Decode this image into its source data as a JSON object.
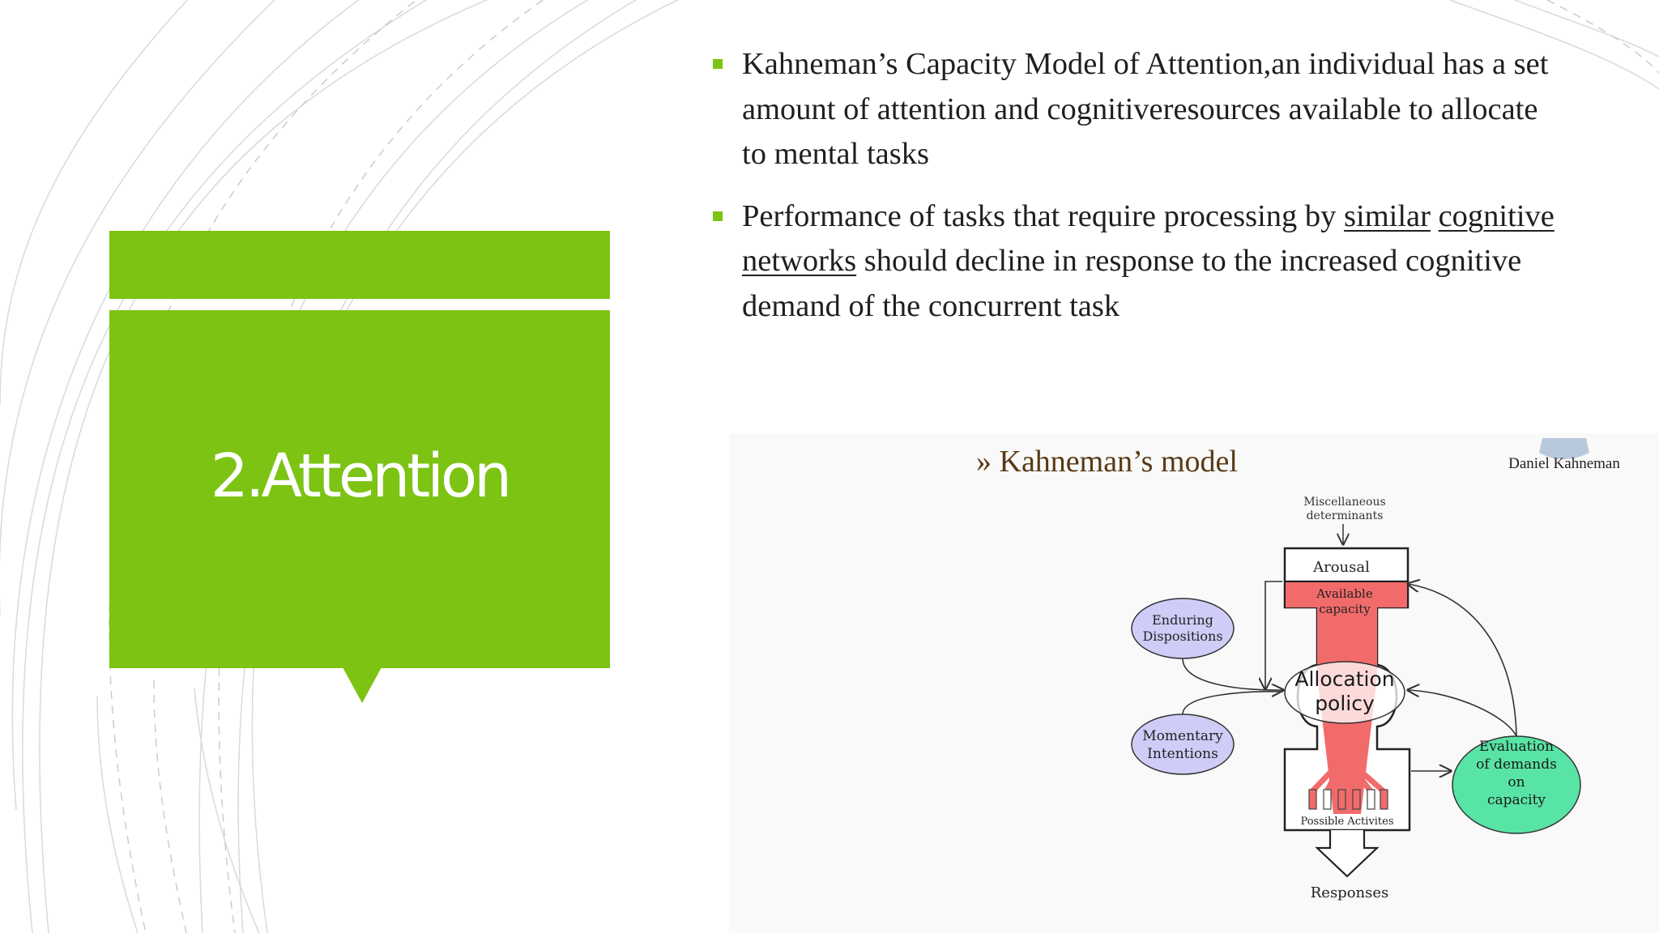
{
  "slide": {
    "title": "2.Attention",
    "bullets": [
      {
        "text": "Kahneman’s Capacity Model of Attention,an individual has a set amount of attention and cognitiveresources available to allocate to mental tasks"
      },
      {
        "text_before": "Performance of tasks that require processing by ",
        "underline_1": "similar",
        "underline_2": "cognitive networks",
        "text_after": " should decline in response to the increased cognitive demand of the concurrent task"
      }
    ]
  },
  "figure": {
    "heading": "» Kahneman’s model",
    "caption": "Daniel Kahneman",
    "miscellaneous": [
      "Miscellaneous",
      "determinants"
    ],
    "arousal": "Arousal",
    "available_capacity": [
      "Available",
      "capacity"
    ],
    "enduring_dispositions": [
      "Enduring",
      "Dispositions"
    ],
    "momentary_intentions": [
      "Momentary",
      "Intentions"
    ],
    "allocation_policy": [
      "Allocation",
      "policy"
    ],
    "evaluation": [
      "Evaluation",
      "of demands",
      "on",
      "capacity"
    ],
    "possible_activities": "Possible Activites",
    "responses": "Responses"
  },
  "colors": {
    "accent": "#7cc313",
    "capacity_red": "#f26b6b",
    "ellipse_blue": "#cfcdf7",
    "ellipse_green": "#58e4a5"
  }
}
